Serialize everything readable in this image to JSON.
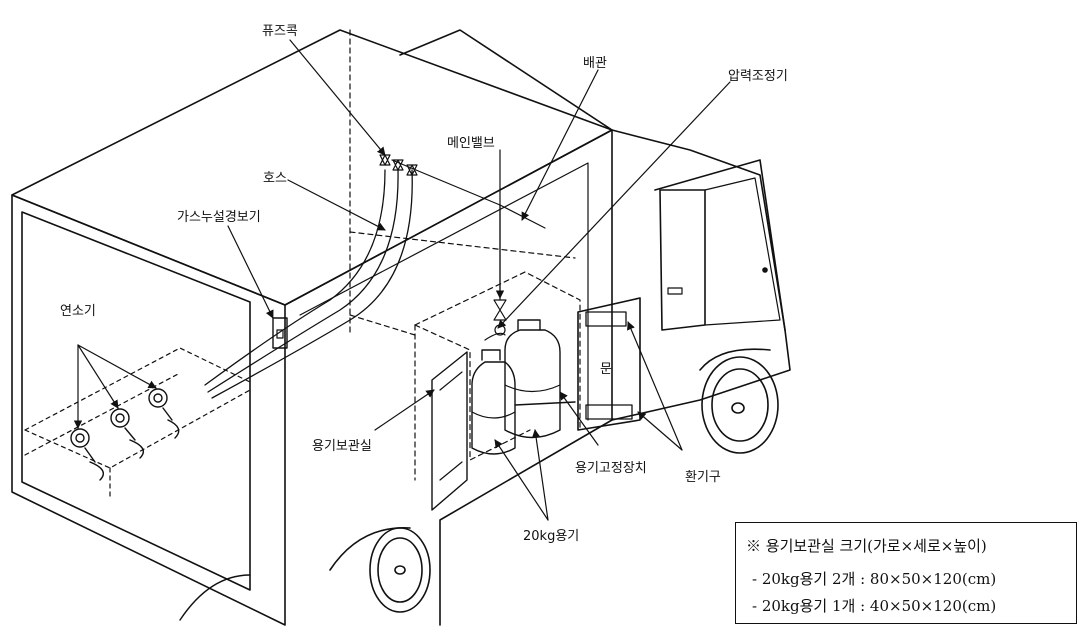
{
  "labels": {
    "fuse_cock": "퓨즈콕",
    "piping": "배관",
    "regulator": "압력조정기",
    "main_valve": "메인밸브",
    "hose": "호스",
    "gas_leak_alarm": "가스누설경보기",
    "burners": "연소기",
    "door": "문",
    "storage_room": "용기보관실",
    "cylinder_fixture": "용기고정장치",
    "vent": "환기구",
    "cylinder_20kg": "20kg용기"
  },
  "note": {
    "title": "※ 용기보관실 크기(가로×세로×높이)",
    "line1": "- 20kg용기 2개 : 80×50×120(cm)",
    "line2": "- 20kg용기 1개 : 40×50×120(cm)"
  }
}
